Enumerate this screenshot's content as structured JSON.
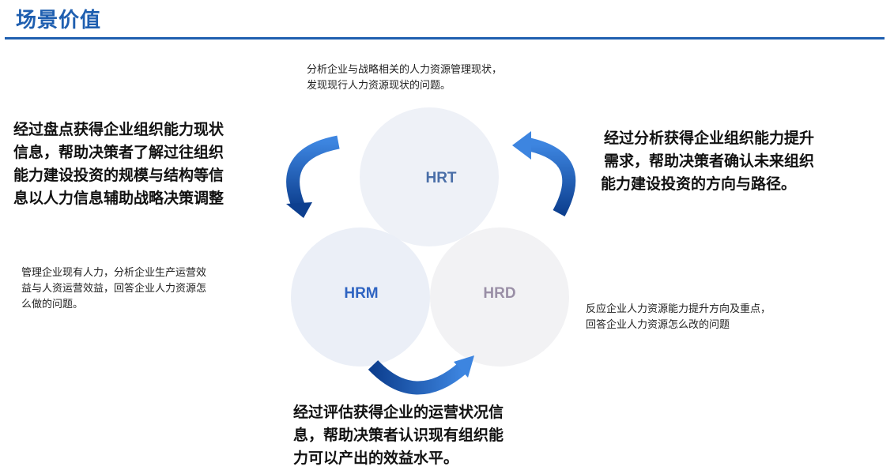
{
  "page": {
    "title": "场景价值"
  },
  "circles": {
    "hrt": {
      "label": "HRT",
      "color": "#4a6fa8",
      "fill": "#eef1f7"
    },
    "hrm": {
      "label": "HRM",
      "color": "#2f64c2",
      "fill": "#e9eef6"
    },
    "hrd": {
      "label": "HRD",
      "color": "#9a8fa6",
      "fill": "#f1f1f3"
    }
  },
  "texts": {
    "hrt_desc": [
      "分析企业与战略相关的人力资源管理现状，",
      "发现现行人力资源现状的问题。"
    ],
    "left_bold": [
      "经过盘点获得企业组织能力现状",
      "信息，帮助决策者了解过往组织",
      "能力建设投资的规模与结构等信",
      "息以人力信息辅助战略决策调整"
    ],
    "right_bold": [
      "经过分析获得企业组织能力提升",
      "需求，帮助决策者确认未来组织",
      "能力建设投资的方向与路径。"
    ],
    "hrm_desc": [
      "管理企业现有人力，分析企业生产运营效",
      "益与人资运营效益，回答企业人力资源怎",
      "么做的问题。"
    ],
    "hrd_desc": [
      "反应企业人力资源能力提升方向及重点，",
      "回答企业人力资源怎么改的问题"
    ],
    "bottom_bold": [
      "经过评估获得企业的运营状况信",
      "息，帮助决策者认识现有组织能",
      "力可以产出的效益水平。"
    ]
  },
  "colors": {
    "accent": "#1f5fb0",
    "arrow_dark": "#0d3f8f",
    "arrow_light": "#3d85e0"
  }
}
